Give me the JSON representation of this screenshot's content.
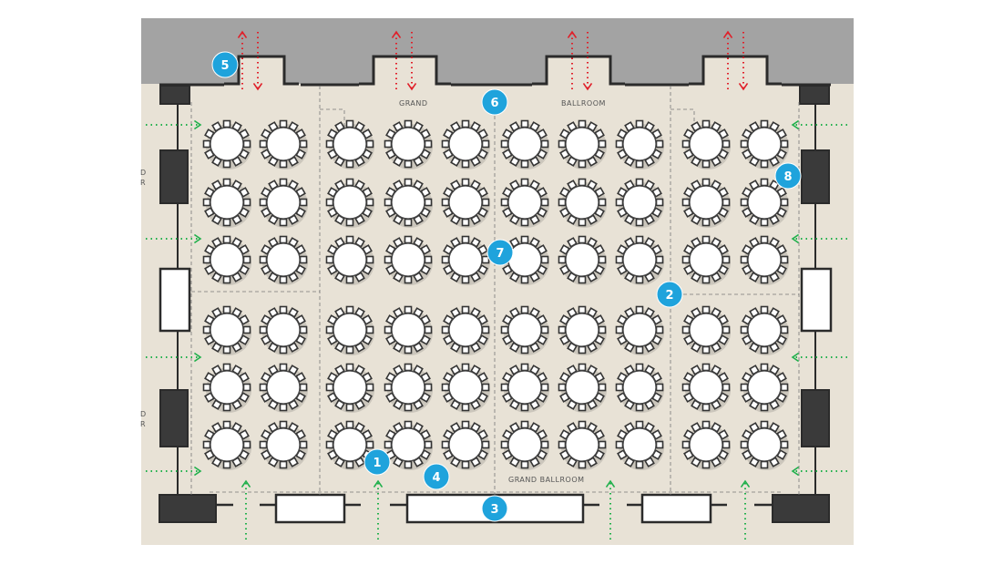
{
  "plan": {
    "room_labels": {
      "top_left": "GRAND",
      "top_right": "BALLROOM",
      "bottom": "GRAND BALLROOM",
      "left_partial_1a": "D",
      "left_partial_1b": "R",
      "left_partial_2a": "D",
      "left_partial_2b": "R"
    },
    "markers": [
      "1",
      "2",
      "3",
      "4",
      "5",
      "6",
      "7",
      "8"
    ],
    "table_layout": {
      "columns": 10,
      "rows": 6,
      "chairs_per_table": 12
    },
    "colors": {
      "floor": "#e8e2d6",
      "exterior": "#a3a3a3",
      "wall": "#2b2b2b",
      "marker": "#1fa3dc",
      "exit_arrow": "#e0202a",
      "entry_arrow": "#1fb04b"
    }
  }
}
